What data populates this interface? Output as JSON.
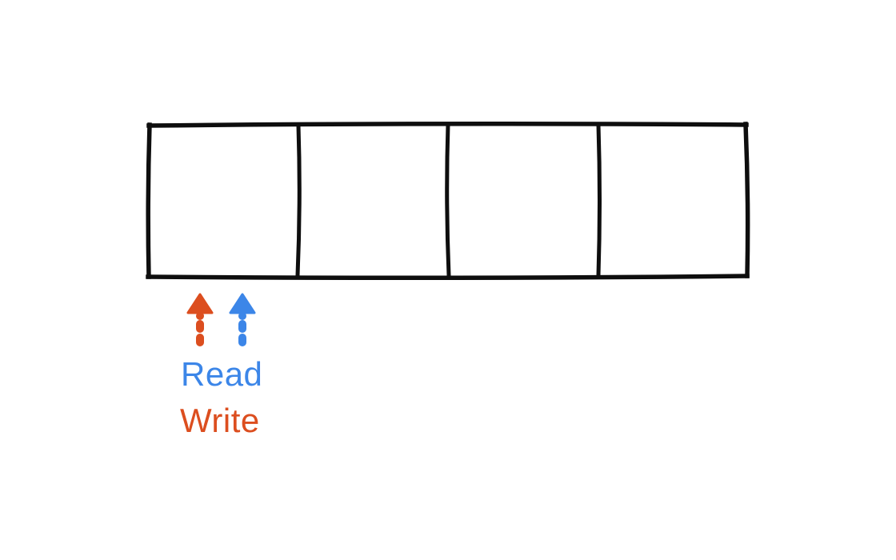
{
  "background": "#FFFFFF",
  "tape": {
    "cell_count": 4,
    "border_color": "#0E0E0E"
  },
  "heads": {
    "read": {
      "label": "Read",
      "color": "#3C86E8"
    },
    "write": {
      "label": "Write",
      "color": "#DC4E1F"
    }
  }
}
